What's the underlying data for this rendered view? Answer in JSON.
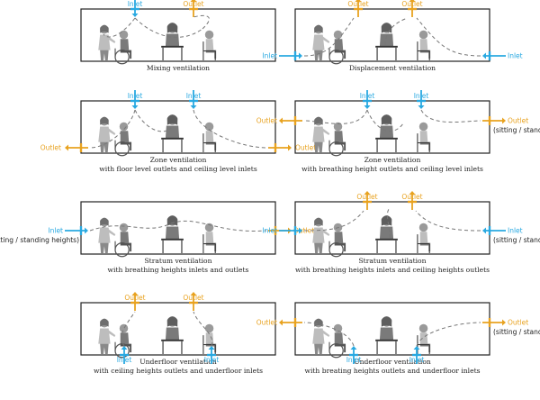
{
  "colors": {
    "inlet": "#29a9e1",
    "outlet": "#e8a21f",
    "room": "#222222",
    "figure": "#9a9a9a",
    "airflow": "#777777"
  },
  "labels": {
    "inlet": "Inlet",
    "outlet": "Outlet",
    "heights": "(sitting / standing heights)"
  },
  "panels": [
    {
      "title": "Mixing ventilation",
      "subtitle": ""
    },
    {
      "title": "Displacement ventilation",
      "subtitle": ""
    },
    {
      "title": "Zone ventilation",
      "subtitle": "with floor level outlets and ceiling level inlets"
    },
    {
      "title": "Zone ventilation",
      "subtitle": "with breathing height outlets and ceiling level inlets"
    },
    {
      "title": "Stratum ventilation",
      "subtitle": "with breathing heights inlets and outlets"
    },
    {
      "title": "Stratum ventilation",
      "subtitle": "with breathing heights inlets and ceiling heights outlets"
    },
    {
      "title": "Underfloor ventilation",
      "subtitle": "with ceiling heights outlets and underfloor inlets"
    },
    {
      "title": "Underfloor ventilation",
      "subtitle": "with breating heights outlets and underfloor inlets"
    }
  ]
}
